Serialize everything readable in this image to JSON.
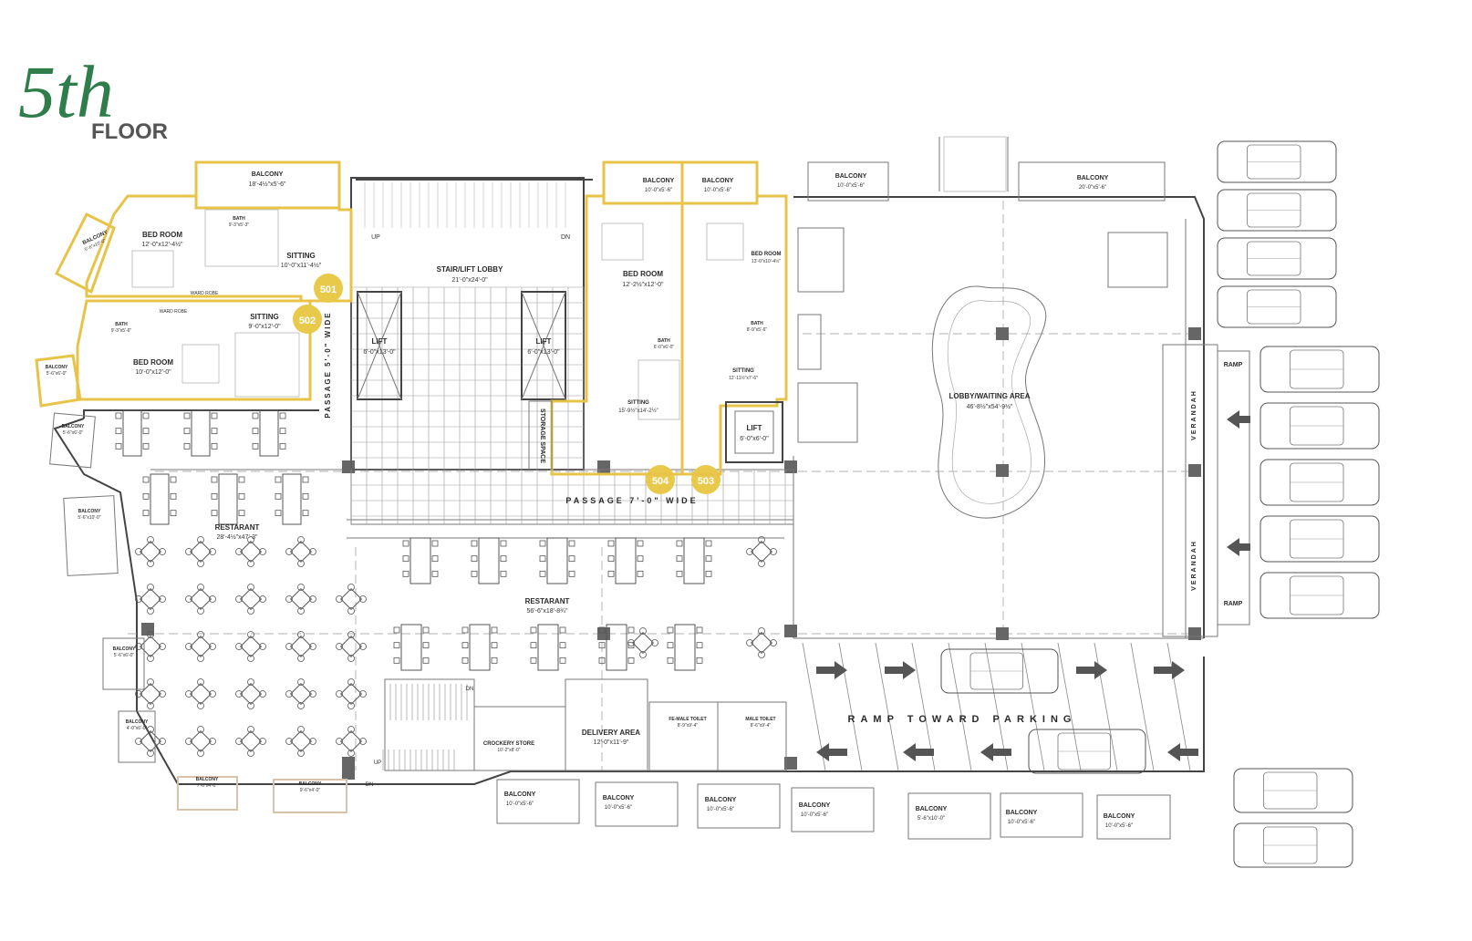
{
  "header": {
    "floor_number": "5th",
    "floor_word": "FLOOR"
  },
  "colors": {
    "brand_green": "#2e7d4a",
    "unit_outline": "#e8c34a",
    "unit_badge": "#e9c94a",
    "wall": "#444444"
  },
  "units": [
    "501",
    "502",
    "503",
    "504"
  ],
  "rooms": {
    "balcony_501": {
      "name": "BALCONY",
      "size": "18'-4½\"x5'-6\""
    },
    "balcony_left_small": {
      "name": "BALCONY",
      "size": "5'-6\"x10'-0\""
    },
    "bedroom_501": {
      "name": "BED ROOM",
      "size": "12'-0\"x12'-4½\""
    },
    "bath_501": {
      "name": "BATH",
      "size": "9'-3\"x5'-3\""
    },
    "sitting_501": {
      "name": "SITTING",
      "size": "10'-0\"x11'-4½\""
    },
    "wardrobe_1": {
      "name": "WARD ROBE"
    },
    "wardrobe_2": {
      "name": "WARD ROBE"
    },
    "bath_502": {
      "name": "BATH",
      "size": "9'-3\"x5'-6\""
    },
    "bedroom_502": {
      "name": "BED ROOM",
      "size": "10'-0\"x12'-0\""
    },
    "sitting_502": {
      "name": "SITTING",
      "size": "9'-0\"x12'-0\""
    },
    "balcony_502": {
      "name": "BALCONY",
      "size": "5'-6\"x6'-0\""
    },
    "passage_5": {
      "name": "PASSAGE 5'-0\" WIDE"
    },
    "stair_lobby": {
      "name": "STAIR/LIFT LOBBY",
      "size": "21'-0\"x24'-0\"",
      "up": "UP",
      "dn": "DN"
    },
    "lift_1": {
      "name": "LIFT",
      "size": "6'-0\"x13'-0\""
    },
    "lift_2": {
      "name": "LIFT",
      "size": "6'-0\"x13'-0\""
    },
    "lift_3": {
      "name": "LIFT",
      "size": "6'-0\"x6'-0\""
    },
    "storage": {
      "name": "STORAGE SPACE"
    },
    "balcony_504": {
      "name": "BALCONY",
      "size": "10'-0\"x5'-6\""
    },
    "balcony_503": {
      "name": "BALCONY",
      "size": "10'-0\"x5'-6\""
    },
    "bedroom_504": {
      "name": "BED ROOM",
      "size": "12'-2½\"x12'-0\""
    },
    "bath_504": {
      "name": "BATH",
      "size": "6'-0\"x6'-0\""
    },
    "sitting_504": {
      "name": "SITTING",
      "size": "15'-9½\"x14'-2½\""
    },
    "bedroom_503": {
      "name": "BED ROOM",
      "size": "13'-0\"x10'-4½\""
    },
    "bath_503": {
      "name": "BATH",
      "size": "8'-9\"x5'-6\""
    },
    "sitting_503": {
      "name": "SITTING",
      "size": "12'-11½\"x7'-6\""
    },
    "balcony_top_3": {
      "name": "BALCONY",
      "size": "10'-0\"x5'-6\""
    },
    "balcony_top_4": {
      "name": "BALCONY",
      "size": "20'-0\"x5'-6\""
    },
    "lobby": {
      "name": "LOBBY/WAITING AREA",
      "size": "46'-8½\"x54'-9½\""
    },
    "passage_7": {
      "name": "PASSAGE 7'-0\" WIDE"
    },
    "restaurant_1": {
      "name": "RESTARANT",
      "size": "28'-4½\"x47'-3\""
    },
    "restaurant_2": {
      "name": "RESTARANT",
      "size": "56'-6\"x18'-8¾\""
    },
    "crockery": {
      "name": "CROCKERY STORE",
      "size": "10'-2\"x8'-0\""
    },
    "delivery": {
      "name": "DELIVERY AREA",
      "size": "12'-0\"x11'-9\""
    },
    "female_toilet": {
      "name": "FE-MALE TOILET",
      "size": "8'-9\"x9'-4\""
    },
    "male_toilet": {
      "name": "MALE TOILET",
      "size": "8'-6\"x9'-4\""
    },
    "ramp_parking": {
      "name": "RAMP TOWARD PARKING"
    },
    "verandah_1": {
      "name": "VERANDAH"
    },
    "verandah_2": {
      "name": "VERANDAH"
    },
    "ramp_1": {
      "name": "RAMP"
    },
    "ramp_2": {
      "name": "RAMP"
    },
    "stair_dn": {
      "dn": "DN",
      "up": "UP",
      "dn2": "DN"
    }
  },
  "left_balconies": [
    {
      "name": "BALCONY",
      "size": "5'-6\"x6'-0\""
    },
    {
      "name": "BALCONY",
      "size": "5'-6\"x10'-0\""
    },
    {
      "name": "BALCONY",
      "size": "5'-6\"x6'-0\""
    },
    {
      "name": "BALCONY",
      "size": "4'-0\"x6'-0\""
    }
  ],
  "bottom_balconies": [
    {
      "name": "BALCONY",
      "size": "7'-6\"x4'-0\""
    },
    {
      "name": "BALCONY",
      "size": "9'-6\"x4'-0\""
    },
    {
      "name": "BALCONY",
      "size": "10'-0\"x5'-6\""
    },
    {
      "name": "BALCONY",
      "size": "10'-0\"x5'-6\""
    },
    {
      "name": "BALCONY",
      "size": "10'-0\"x5'-6\""
    },
    {
      "name": "BALCONY",
      "size": "10'-0\"x5'-6\""
    },
    {
      "name": "BALCONY",
      "size": "5'-6\"x10'-0\""
    },
    {
      "name": "BALCONY",
      "size": "10'-0\"x5'-6\""
    },
    {
      "name": "BALCONY",
      "size": "10'-0\"x5'-6\""
    }
  ]
}
